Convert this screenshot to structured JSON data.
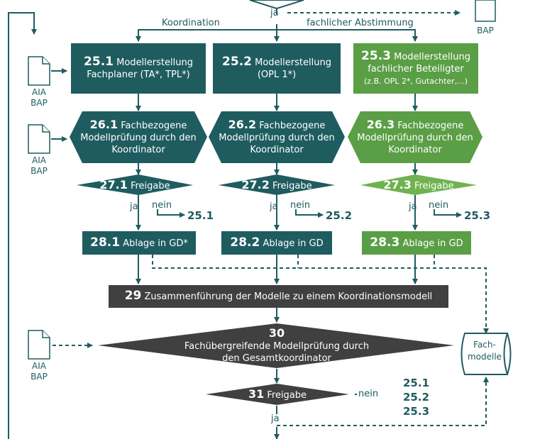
{
  "labels": {
    "ja": "ja",
    "nein": "nein",
    "koordination": "Koordination",
    "fachliche_abstimmung": "fachlicher Abstimmung"
  },
  "documents": {
    "aia": "AIA",
    "bap": "BAP"
  },
  "row25": [
    {
      "num": "25.1",
      "line1": "Modellerstellung",
      "line2": "Fachplaner (TA*, TPL*)"
    },
    {
      "num": "25.2",
      "line1": "Modellerstellung",
      "line2": "(OPL 1*)"
    },
    {
      "num": "25.3",
      "line1": "Modellerstellung",
      "line2": "fachlicher Beteiligter",
      "line3": "(z.B. OPL 2*, Gutachter,...)"
    }
  ],
  "row26": [
    {
      "num": "26.1",
      "line1": "Fachbezogene",
      "line2": "Modellprüfung durch den",
      "line3": "Koordinator"
    },
    {
      "num": "26.2",
      "line1": "Fachbezogene",
      "line2": "Modellprüfung durch den",
      "line3": "Koordinator"
    },
    {
      "num": "26.3",
      "line1": "Fachbezogene",
      "line2": "Modellprüfung durch den",
      "line3": "Koordinator"
    }
  ],
  "row27": [
    {
      "num": "27.1",
      "label": "Freigabe",
      "loop": "25.1"
    },
    {
      "num": "27.2",
      "label": "Freigabe",
      "loop": "25.2"
    },
    {
      "num": "27.3",
      "label": "Freigabe",
      "loop": "25.3"
    }
  ],
  "row28": [
    {
      "num": "28.1",
      "label": "Ablage in GD*"
    },
    {
      "num": "28.2",
      "label": "Ablage in GD"
    },
    {
      "num": "28.3",
      "label": "Ablage in GD"
    }
  ],
  "step29": {
    "num": "29",
    "label": "Zusammenführung der Modelle zu einem Koordinationsmodell"
  },
  "step30": {
    "num": "30",
    "line1": "Fachübergreifende Modellprüfung durch",
    "line2": "den Gesamtkoordinator"
  },
  "step31": {
    "num": "31",
    "label": "Freigabe",
    "loops": [
      "25.1",
      "25.2",
      "25.3"
    ]
  },
  "fachmodelle": {
    "line1": "Fach-",
    "line2": "modelle"
  },
  "colors": {
    "teal": "#1f5c60",
    "green": "#5a9e45",
    "gray": "#404040",
    "light_green": "#6fb24f"
  }
}
